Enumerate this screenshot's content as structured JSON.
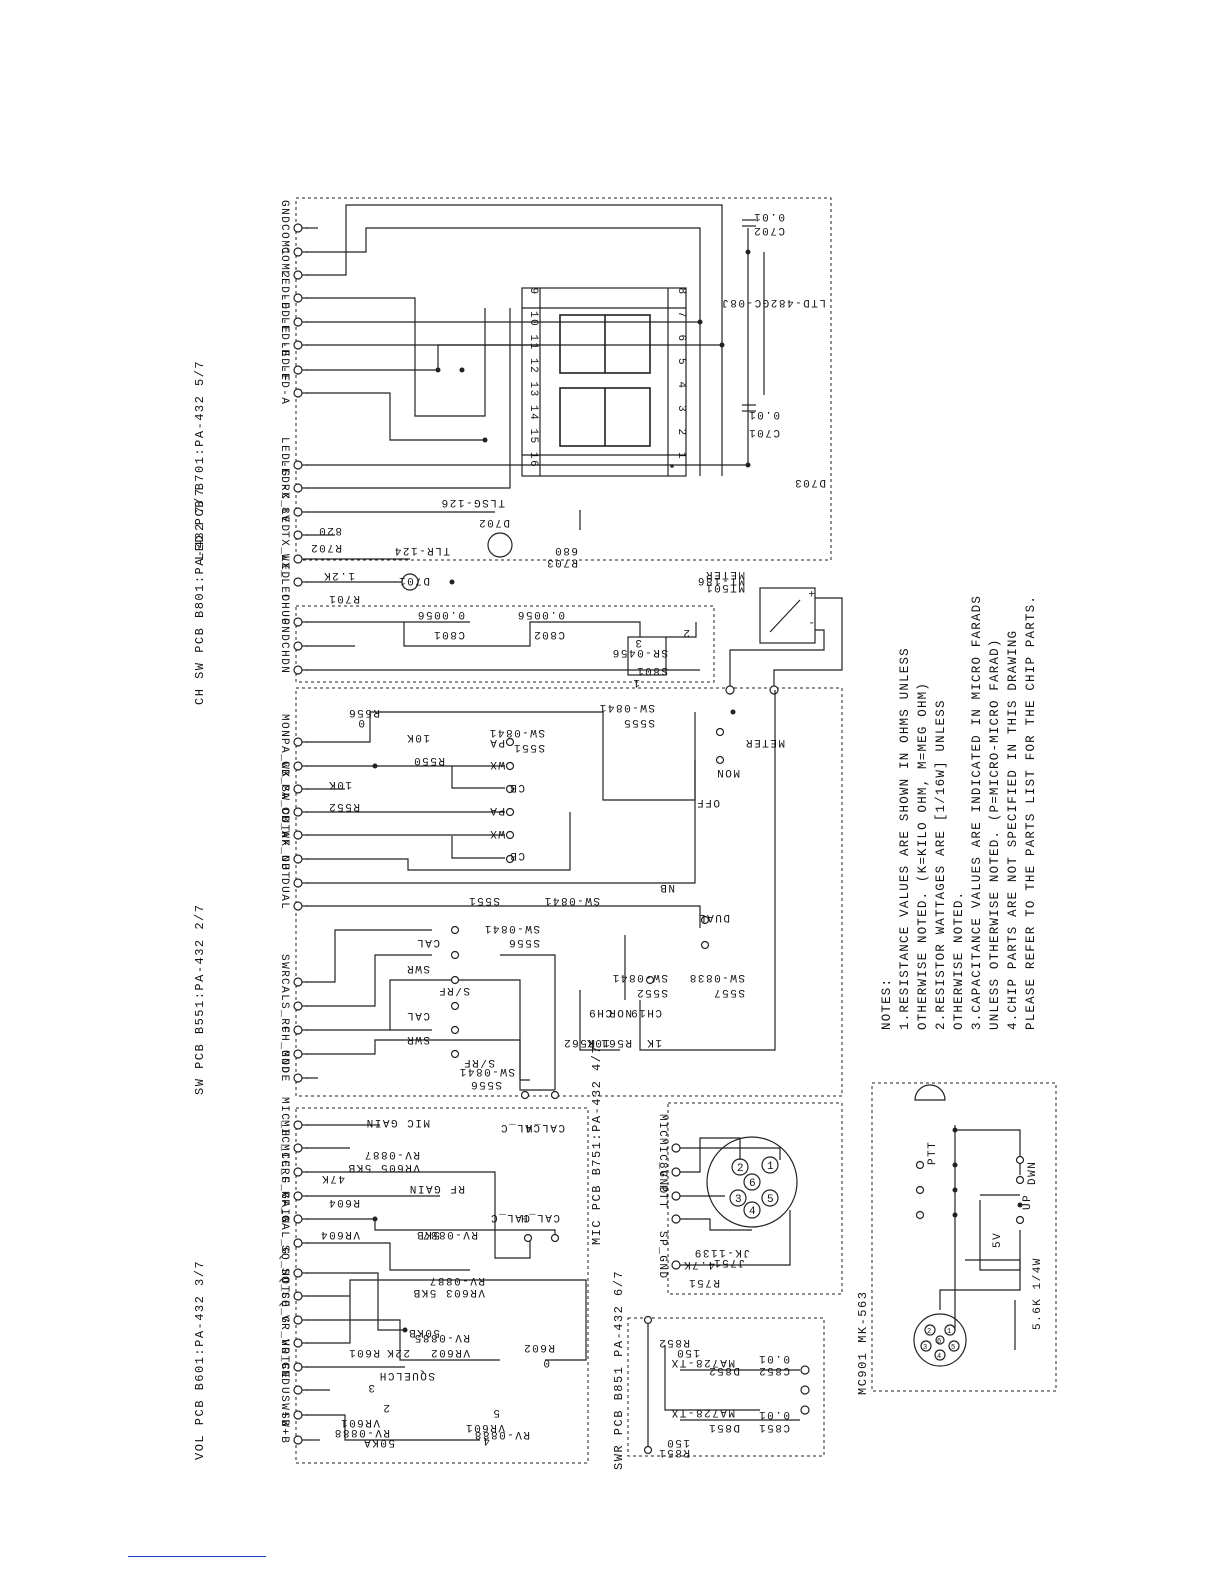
{
  "blocks": {
    "vol_pcb": {
      "header": "VOL PCB  B601:PA-432 3/7",
      "pins": [
        "SW+B",
        "USW+B",
        "GND",
        "VR_CE",
        "VR_HOT",
        "SQ_G",
        "SQ_CE",
        "SQ_HOT",
        "CAL_G"
      ],
      "parts": [
        "R601",
        "22K",
        "VR602",
        "RV-0885",
        "50KB",
        "SQUELCH",
        "R602",
        "0",
        "VR601",
        "RV-0888",
        "50KA",
        "VR601",
        "RV-0888",
        "4",
        "5",
        "2",
        "3"
      ]
    },
    "mic_pcb_left": {
      "pins": [
        "RF_G",
        "RF_GAIN",
        "MIC_G",
        "MIC_CE",
        "MIC_H"
      ],
      "parts": [
        "VR604",
        "5KB",
        "RV-0887",
        "R604",
        "RF GAIN",
        "47K",
        "VR605 5KB",
        "RV-0887",
        "MIC GAIN",
        "VR603  5KB",
        "RV-0887",
        "CAL_C",
        "CAL_H"
      ]
    },
    "sw_pcb": {
      "header": "SW PCB  B551:PA-432 2/7",
      "pins": [
        "GND",
        "CH_MODE",
        "S_RF",
        "CAL",
        "SWR",
        "DUAL",
        "NB",
        "AF_OUT",
        "CB_WX",
        "PA_OUT",
        "CB_SW",
        "PA_WX",
        "MON"
      ],
      "parts": [
        "S556",
        "SW-0841",
        "S/RF",
        "SWR",
        "CAL",
        "S/RF",
        "SWR",
        "CAL",
        "S556",
        "SW-0841",
        "R562",
        "CH9",
        "10K",
        "NOR",
        "R561",
        "CH19",
        "1K",
        "S552",
        "SW-0841",
        "S557",
        "SW-0838",
        "DUAL",
        "S551",
        "SW-0841",
        "CB",
        "WX",
        "PA",
        "CB",
        "WX",
        "PA",
        "R552",
        "10K",
        "R550",
        "10K",
        "R556",
        "0",
        "S551",
        "SW-0841",
        "S555",
        "SW-0841",
        "NB",
        "OFF",
        "MON",
        "CAL_C",
        "CAL_H",
        "METER"
      ]
    },
    "ch_sw_pcb": {
      "header": "CH SW PCB  B801:PA-432 7/7",
      "pins": [
        "CHDN",
        "GND",
        "CHUP"
      ],
      "parts": [
        "C801",
        "0.0056",
        "C802",
        "0.0056",
        "S801",
        "SR-0456",
        "1",
        "2",
        "3"
      ]
    },
    "led_pcb": {
      "header": "LED PCB  B701:PA-432 5/7",
      "pins": [
        "WX_LED",
        "TX_LED",
        "8V",
        "RX_LED",
        "LED-C",
        "LED-G",
        "LED-A",
        "LED-F",
        "LED-B",
        "LED-E",
        "LED-D",
        "COM2",
        "COM1",
        "GND"
      ],
      "parts": [
        "R701",
        "1.2K",
        "D701",
        "TLR-124",
        "R702",
        "820",
        "D702",
        "TLSG-126",
        "R703",
        "680",
        "C701",
        "0.01",
        "C702",
        "0.01",
        "D703",
        "LTD-482GC-08J"
      ],
      "display_pins_top": [
        "16",
        "15",
        "14",
        "13",
        "12",
        "11",
        "10",
        "9"
      ],
      "display_pins_bottom": [
        "1",
        "2",
        "3",
        "4",
        "5",
        "6",
        "7",
        "8"
      ]
    },
    "meter": {
      "parts": [
        "MT501",
        "MT-186",
        "METER",
        "+",
        "-"
      ]
    },
    "mic_pcb": {
      "header": "MIC PCB  B751:PA-432 4/7",
      "pins": [
        "MIC",
        "MIC_GND",
        "8V",
        "PTT",
        "SP_GND"
      ],
      "parts": [
        "J751",
        "JK-1139",
        "R751",
        "4.7K"
      ],
      "jack_pins": [
        "1",
        "2",
        "3",
        "4",
        "5",
        "6"
      ]
    },
    "swr_pcb": {
      "header": "SWR PCB B851 PA-432 6/7",
      "parts": [
        "R851",
        "150",
        "D851",
        "MA728-TX",
        "C851",
        "0.01",
        "R852",
        "150",
        "D852",
        "MA728-TX",
        "C852",
        "0.01"
      ]
    },
    "mc901": {
      "header": "MC901 MK-563",
      "parts": [
        "PTT",
        "DWN",
        "UP",
        "5V",
        "5.6K 1/4W"
      ],
      "plug_pins": [
        "1",
        "2",
        "3",
        "4",
        "5",
        "6"
      ]
    }
  },
  "notes": {
    "title": "NOTES:",
    "lines": [
      "1.RESISTANCE VALUES ARE SHOWN IN OHMS UNLESS",
      "  OTHERWISE NOTED.  (K=KILO OHM, M=MEG OHM)",
      "2.RESISTOR WATTAGES ARE [1/16W] UNLESS",
      "  OTHERWISE NOTED.",
      "3.CAPACITANCE VALUES ARE INDICATED IN MICRO FARADS",
      "  UNLESS OTHERWISE NOTED.  (P=MICRO-MICRO FARAD)",
      "4.CHIP PARTS ARE NOT SPECIFIED IN THIS DRAWING",
      "  PLEASE REFER TO THE PARTS LIST FOR THE CHIP PARTS."
    ]
  }
}
